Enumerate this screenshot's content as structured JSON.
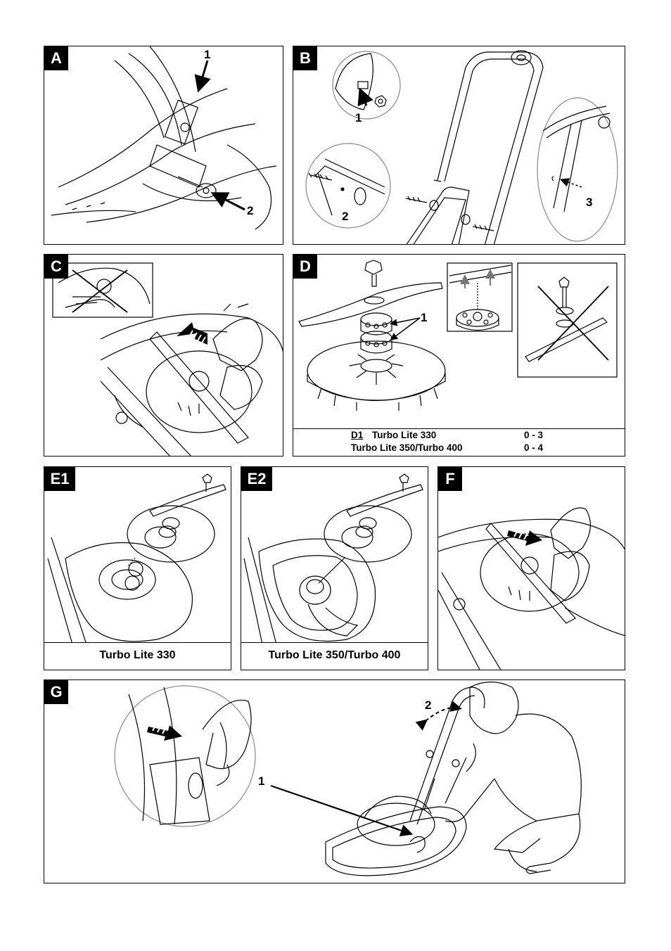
{
  "panels": {
    "A": {
      "label": "A",
      "callouts": [
        "1",
        "2"
      ]
    },
    "B": {
      "label": "B",
      "callouts": [
        "1",
        "2",
        "3"
      ]
    },
    "C": {
      "label": "C"
    },
    "D": {
      "label": "D",
      "callouts": [
        "1"
      ],
      "table": {
        "ref": "D1",
        "rows": [
          {
            "model": "Turbo Lite 330",
            "range": "0 - 3"
          },
          {
            "model": "Turbo Lite 350/Turbo 400",
            "range": "0 - 4"
          }
        ]
      }
    },
    "E1": {
      "label": "E1",
      "caption": "Turbo Lite 330"
    },
    "E2": {
      "label": "E2",
      "caption": "Turbo Lite 350/Turbo 400"
    },
    "F": {
      "label": "F"
    },
    "G": {
      "label": "G",
      "callouts": [
        "1",
        "2"
      ]
    }
  }
}
